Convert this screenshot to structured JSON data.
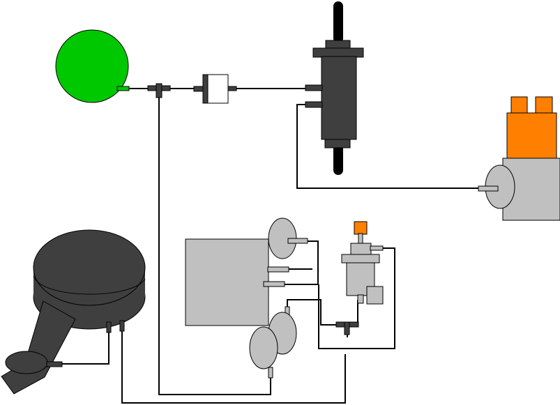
{
  "colors": {
    "background": "#ffffff",
    "line": "#000000",
    "dark": "#3f3f3f",
    "light_grey": "#c0c0c0",
    "orange": "#ff8000",
    "green": "#00c800",
    "white": "#ffffff"
  },
  "components": [
    {
      "id": "vacuum-reservoir",
      "icon": "green-ball"
    },
    {
      "id": "inline-filter",
      "icon": "filter"
    },
    {
      "id": "brake-booster-actuator",
      "icon": "actuator"
    },
    {
      "id": "distributor",
      "icon": "distributor"
    },
    {
      "id": "air-cleaner",
      "icon": "air-cleaner"
    },
    {
      "id": "carburetor",
      "icon": "box"
    },
    {
      "id": "vacuum-solenoid",
      "icon": "solenoid"
    },
    {
      "id": "vacuum-diaphragms",
      "icon": "diaphragm"
    }
  ]
}
